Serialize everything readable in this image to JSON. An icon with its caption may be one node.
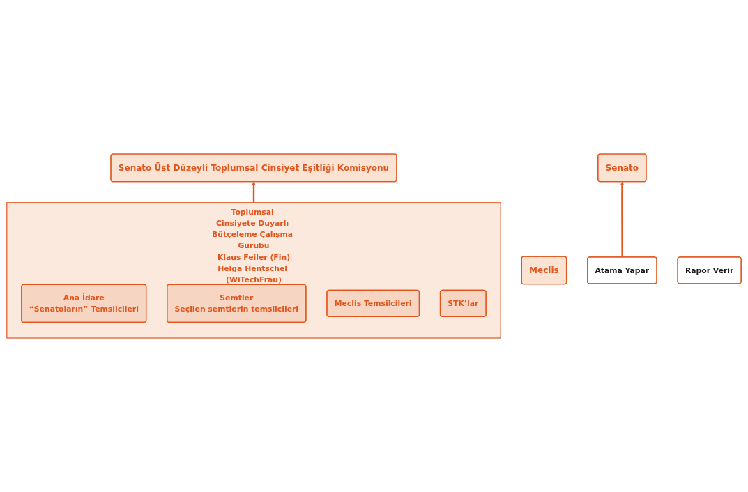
{
  "diagram": {
    "nodes": [
      {
        "text": [
          "Meclis"
        ]
      },
      {
        "text": [
          "Atama Yapar"
        ]
      },
      {
        "text": [
          "Senato"
        ]
      },
      {
        "text": [
          "Senato Üst Düzeyli Toplumsal Cinsiyet Eşitliği Komisyonu"
        ]
      },
      {
        "text": [
          "Rapor Verir"
        ]
      },
      {
        "text": [
          "Toplumsal Cinsiyete Duyarlı Bütçeleme Çalışma Gurubu",
          "Klaus Feiler (Fin)",
          "Helga Hentschel (WiTechFrau)"
        ]
      },
      {
        "text": [
          "Ana İdare",
          "“Senatoların” Temsilcileri"
        ],
        "in": 5
      },
      {
        "text": [
          "Semtler",
          "Seçilen semtlerin temsilcileri"
        ],
        "in": 5
      },
      {
        "text": [
          "Meclis Temsilcileri"
        ],
        "in": 5
      },
      {
        "text": [
          "STK’lar"
        ],
        "in": 5
      }
    ],
    "edges": [
      {
        "from": 1,
        "to": 2,
        "arrow": "to"
      },
      {
        "from": 5,
        "to": 3,
        "arrow": "to"
      }
    ]
  }
}
